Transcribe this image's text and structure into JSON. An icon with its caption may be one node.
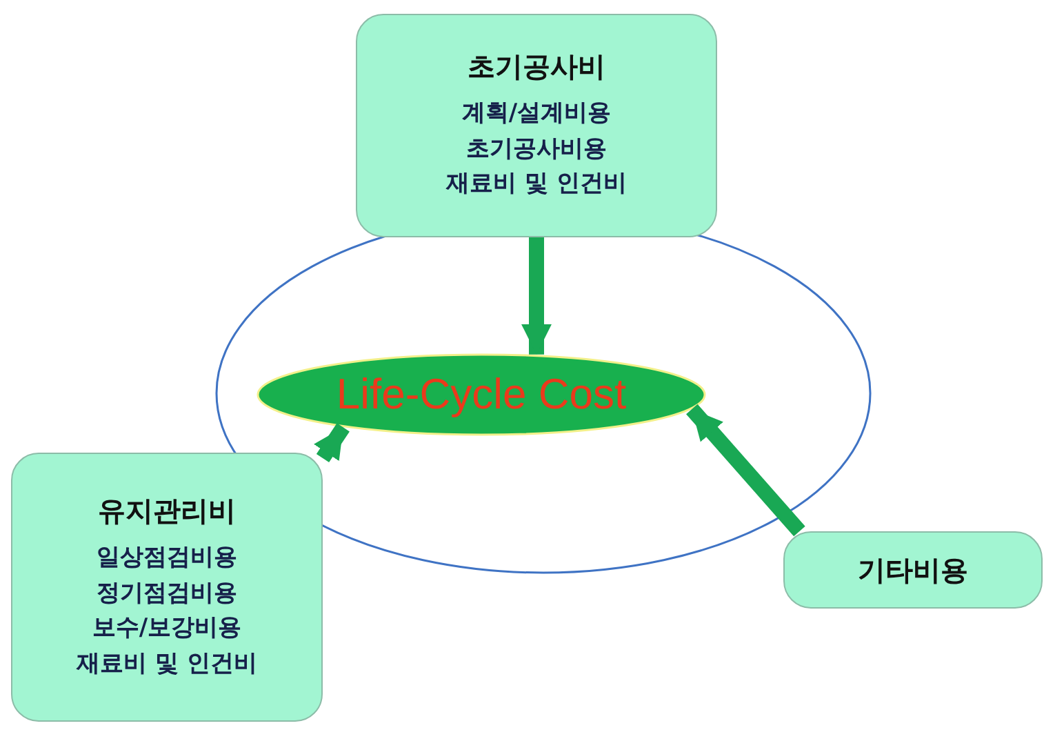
{
  "diagram": {
    "nodes": [
      {
        "text": [
          "초기공사비",
          "계획/설계비용",
          "초기공사비용",
          "재료비 및 인건비"
        ]
      },
      {
        "text": [
          "Life-Cycle Cost"
        ]
      },
      {
        "text": [
          "유지관리비",
          "일상점검비용",
          "정기점검비용",
          "보수/보강비용",
          "재료비 및 인건비"
        ]
      },
      {
        "text": [
          "기타비용"
        ]
      }
    ],
    "edges": [
      {
        "from": 0,
        "to": 1,
        "arrow": "to"
      },
      {
        "from": 2,
        "to": 1,
        "arrow": "to"
      },
      {
        "from": 3,
        "to": 1,
        "arrow": "to"
      }
    ]
  }
}
